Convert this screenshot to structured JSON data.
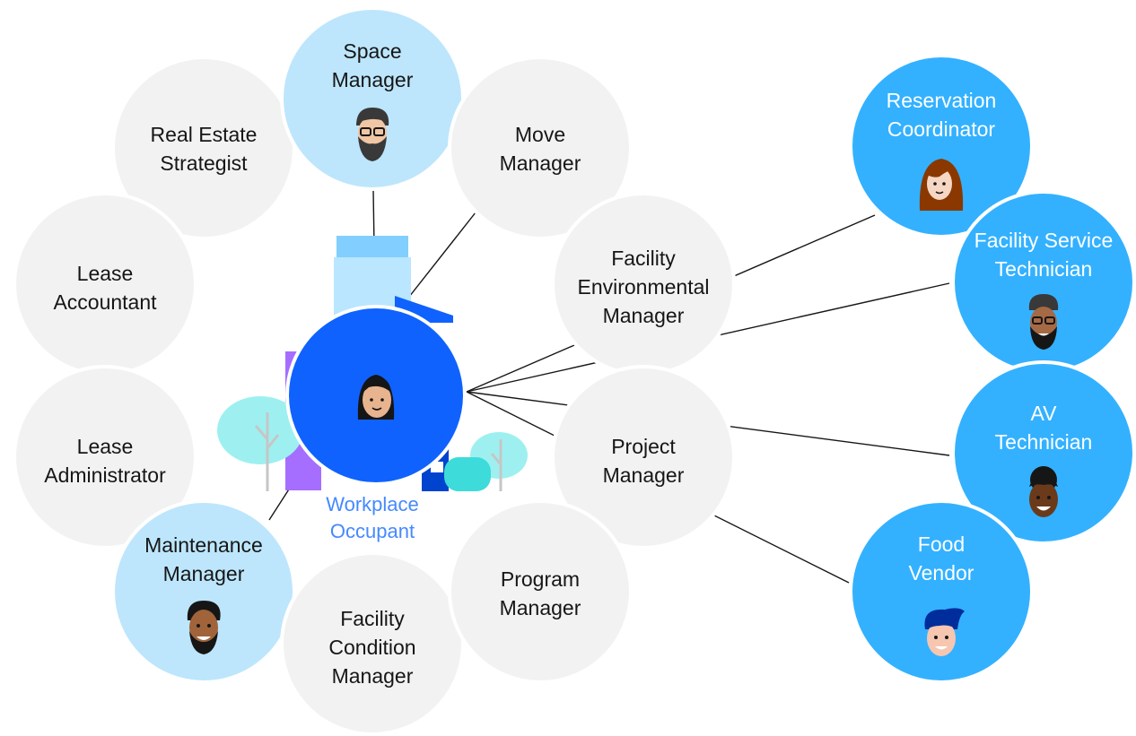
{
  "center": {
    "label_lines": [
      "Workplace",
      "Occupant"
    ],
    "color": "#0f62fe",
    "avatar": "woman-long-black-hair-avatar"
  },
  "roles": [
    {
      "id": "real-estate-strategist",
      "lines": [
        "Real Estate",
        "Strategist"
      ],
      "style": "gray"
    },
    {
      "id": "space-manager",
      "lines": [
        "Space",
        "Manager"
      ],
      "style": "light",
      "avatar": "man-beard-glasses-avatar"
    },
    {
      "id": "move-manager",
      "lines": [
        "Move",
        "Manager"
      ],
      "style": "gray"
    },
    {
      "id": "lease-accountant",
      "lines": [
        "Lease",
        "Accountant"
      ],
      "style": "gray"
    },
    {
      "id": "facility-environmental-manager",
      "lines": [
        "Facility",
        "Environmental",
        "Manager"
      ],
      "style": "gray"
    },
    {
      "id": "lease-administrator",
      "lines": [
        "Lease",
        "Administrator"
      ],
      "style": "gray"
    },
    {
      "id": "project-manager",
      "lines": [
        "Project",
        "Manager"
      ],
      "style": "gray"
    },
    {
      "id": "maintenance-manager",
      "lines": [
        "Maintenance",
        "Manager"
      ],
      "style": "light",
      "avatar": "man-smiling-avatar"
    },
    {
      "id": "facility-condition-manager",
      "lines": [
        "Facility",
        "Condition",
        "Manager"
      ],
      "style": "gray"
    },
    {
      "id": "program-manager",
      "lines": [
        "Program",
        "Manager"
      ],
      "style": "gray"
    },
    {
      "id": "reservation-coordinator",
      "lines": [
        "Reservation",
        "Coordinator"
      ],
      "style": "blue",
      "avatar": "woman-auburn-hair-avatar"
    },
    {
      "id": "facility-service-technician",
      "lines": [
        "Facility Service",
        "Technician"
      ],
      "style": "blue",
      "avatar": "man-glasses-beard-avatar"
    },
    {
      "id": "av-technician",
      "lines": [
        "AV",
        "Technician"
      ],
      "style": "blue",
      "avatar": "man-curly-hair-avatar"
    },
    {
      "id": "food-vendor",
      "lines": [
        "Food",
        "Vendor"
      ],
      "style": "blue",
      "avatar": "man-blue-hair-avatar"
    }
  ],
  "connections": [
    "space-manager",
    "move-manager",
    "maintenance-manager",
    "reservation-coordinator",
    "facility-service-technician",
    "av-technician",
    "food-vendor"
  ],
  "colors": {
    "gray": "#f2f2f2",
    "light": "#bde6fc",
    "blue": "#33b1ff",
    "caption": "#4589ff",
    "line": "#161616"
  }
}
